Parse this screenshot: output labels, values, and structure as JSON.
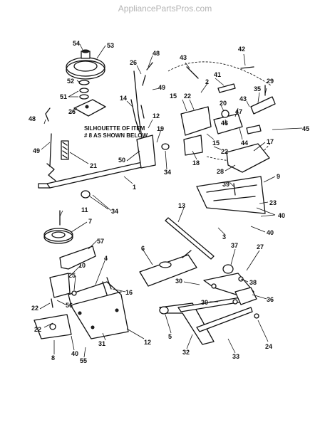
{
  "header": {
    "watermark": "AppliancePartsPros.com"
  },
  "diagram": {
    "note": "SILHOUETTE OF ITEM # 8 AS SHOWN BELOW",
    "callouts": [
      "54",
      "53",
      "48",
      "26",
      "49",
      "52",
      "51",
      "14",
      "12",
      "48",
      "26",
      "19",
      "49",
      "50",
      "21",
      "34",
      "1",
      "43",
      "42",
      "41",
      "2",
      "15",
      "22",
      "20",
      "43",
      "35",
      "29",
      "47",
      "46",
      "45",
      "44",
      "15",
      "22",
      "18",
      "17",
      "28",
      "9",
      "39",
      "23",
      "40",
      "13",
      "11",
      "34",
      "7",
      "57",
      "6",
      "10",
      "25",
      "56",
      "4",
      "16",
      "22",
      "22",
      "8",
      "40",
      "31",
      "55",
      "12",
      "30",
      "37",
      "27",
      "38",
      "36",
      "30",
      "5",
      "32",
      "33",
      "24",
      "3",
      "40"
    ]
  }
}
